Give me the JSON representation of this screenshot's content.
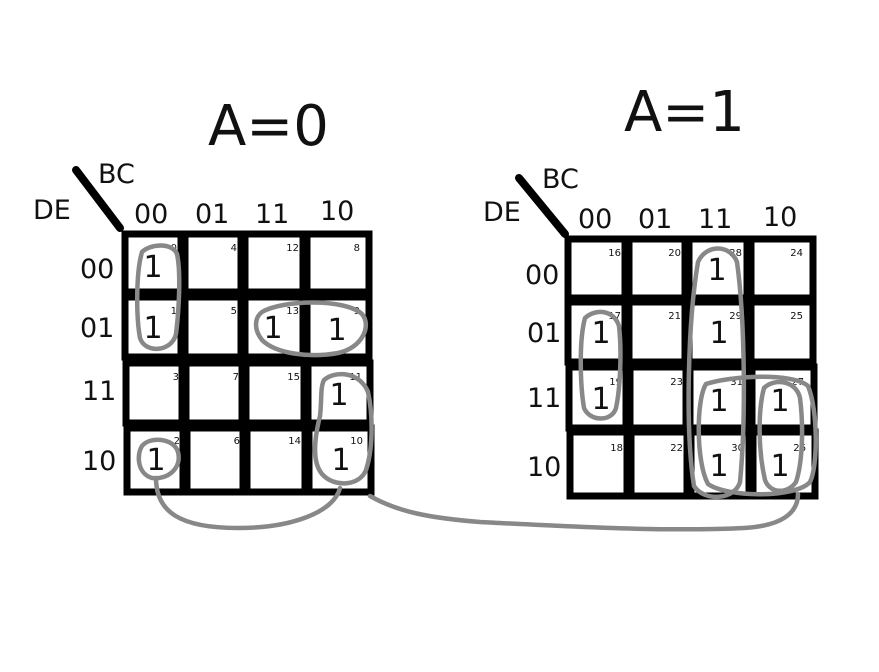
{
  "maps": [
    {
      "title": "A=0",
      "row_var": "DE",
      "col_var": "BC",
      "col_headers": [
        "00",
        "01",
        "11",
        "10"
      ],
      "row_headers": [
        "00",
        "01",
        "11",
        "10"
      ],
      "cells": [
        [
          {
            "index": "0",
            "value": "1"
          },
          {
            "index": "4",
            "value": ""
          },
          {
            "index": "12",
            "value": ""
          },
          {
            "index": "8",
            "value": ""
          }
        ],
        [
          {
            "index": "1",
            "value": "1"
          },
          {
            "index": "5",
            "value": ""
          },
          {
            "index": "13",
            "value": "1"
          },
          {
            "index": "9",
            "value": "1"
          }
        ],
        [
          {
            "index": "3",
            "value": ""
          },
          {
            "index": "7",
            "value": ""
          },
          {
            "index": "15",
            "value": ""
          },
          {
            "index": "11",
            "value": "1"
          }
        ],
        [
          {
            "index": "2",
            "value": "1"
          },
          {
            "index": "6",
            "value": ""
          },
          {
            "index": "14",
            "value": ""
          },
          {
            "index": "10",
            "value": "1"
          }
        ]
      ]
    },
    {
      "title": "A=1",
      "row_var": "DE",
      "col_var": "BC",
      "col_headers": [
        "00",
        "01",
        "11",
        "10"
      ],
      "row_headers": [
        "00",
        "01",
        "11",
        "10"
      ],
      "cells": [
        [
          {
            "index": "16",
            "value": ""
          },
          {
            "index": "20",
            "value": ""
          },
          {
            "index": "28",
            "value": "1"
          },
          {
            "index": "24",
            "value": ""
          }
        ],
        [
          {
            "index": "17",
            "value": "1"
          },
          {
            "index": "21",
            "value": ""
          },
          {
            "index": "29",
            "value": "1"
          },
          {
            "index": "25",
            "value": ""
          }
        ],
        [
          {
            "index": "19",
            "value": "1"
          },
          {
            "index": "23",
            "value": ""
          },
          {
            "index": "31",
            "value": "1"
          },
          {
            "index": "27",
            "value": "1"
          }
        ],
        [
          {
            "index": "18",
            "value": ""
          },
          {
            "index": "22",
            "value": ""
          },
          {
            "index": "30",
            "value": "1"
          },
          {
            "index": "26",
            "value": "1"
          }
        ]
      ]
    }
  ],
  "colors": {
    "grid": "#000000",
    "groups": "#888888",
    "text": "#111111"
  }
}
